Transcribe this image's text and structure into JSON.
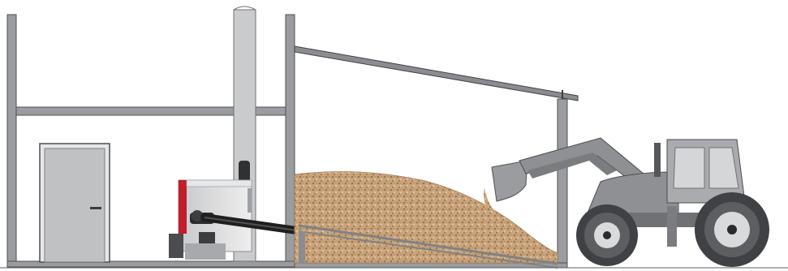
{
  "diagram": {
    "kind": "wood-chip heating installation illustration",
    "components": [
      {
        "id": "boiler-house",
        "icon": "building-section"
      },
      {
        "id": "boiler-room-door",
        "icon": "door"
      },
      {
        "id": "chimney",
        "icon": "chimney"
      },
      {
        "id": "biomass-boiler",
        "icon": "boiler"
      },
      {
        "id": "feed-auger",
        "icon": "screw-conveyor"
      },
      {
        "id": "chip-store",
        "icon": "storage-shed"
      },
      {
        "id": "wood-chip-pile",
        "icon": "wood-chips"
      },
      {
        "id": "front-loader-tractor",
        "icon": "tractor"
      }
    ],
    "colors": {
      "wall": "#9a9c9f",
      "wall_outline": "#4d4f52",
      "chimney": "#c9cbcd",
      "door": "#bfc1c3",
      "boiler_body": "#d7d8d9",
      "boiler_accent": "#c21d2a",
      "auger": "#2a2a2a",
      "chips": "#c7a27a",
      "tractor": "#8e9093",
      "tyre": "#3f4144"
    }
  }
}
